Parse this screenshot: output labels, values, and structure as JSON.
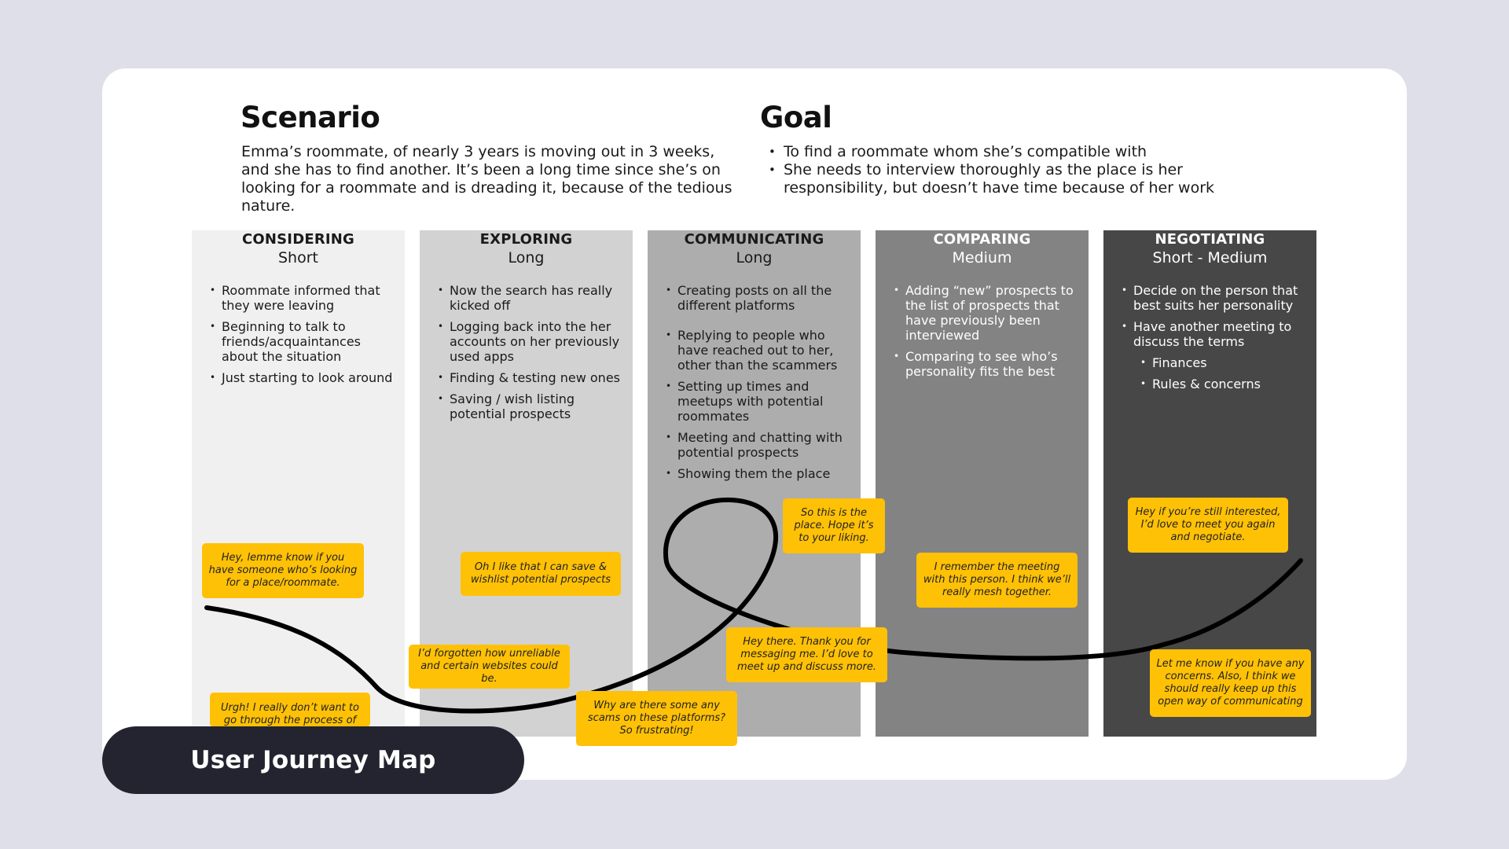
{
  "scenario": {
    "title": "Scenario",
    "text": "Emma’s roommate, of nearly 3 years is moving out in 3 weeks, and she has to find another. It’s been a long time since she’s on looking for a roommate and is dreading it, because of the tedious nature."
  },
  "goal": {
    "title": "Goal",
    "items": [
      "To find a roommate whom she’s compatible with",
      "She needs to interview thoroughly as the place is her responsibility, but doesn’t have time because of her work"
    ]
  },
  "stages": [
    {
      "name": "CONSIDERING",
      "duration": "Short",
      "bg": "#f0f0f0",
      "fg": "#1a1a1a",
      "items": [
        "Roommate informed that they were leaving",
        "Beginning to talk to friends/acquaintances about the situation",
        "Just starting to look around"
      ]
    },
    {
      "name": "EXPLORING",
      "duration": "Long",
      "bg": "#d2d2d2",
      "fg": "#1a1a1a",
      "items": [
        "Now the search has really kicked off",
        "Logging back into the her accounts on her previously used apps",
        "Finding & testing new ones",
        "Saving / wish listing potential prospects"
      ]
    },
    {
      "name": "COMMUNICATING",
      "duration": "Long",
      "bg": "#adadad",
      "fg": "#1a1a1a",
      "items": [
        "Creating posts on all the different platforms",
        "Replying to people who have reached out to her, other than the scammers",
        "Setting up times and meetups with potential roommates",
        "Meeting and chatting with potential prospects",
        "Showing them the place"
      ]
    },
    {
      "name": "COMPARING",
      "duration": "Medium",
      "bg": "#838383",
      "fg": "#ffffff",
      "items": [
        "Adding “new” prospects to the list of prospects that have previously been interviewed",
        "Comparing to see who’s personality fits the best"
      ]
    },
    {
      "name": "NEGOTIATING",
      "duration": "Short - Medium",
      "bg": "#474747",
      "fg": "#ffffff",
      "items": [
        "Decide on the person that best suits her personality",
        "Have another meeting to discuss the terms"
      ],
      "subitems": [
        "Finances",
        "Rules & concerns"
      ]
    }
  ],
  "notes": [
    "Hey, lemme know if you have someone who’s looking for a place/roommate.",
    "Urgh! I really don’t want to go through the process of finding",
    "Oh I like that I can save & wishlist potential prospects",
    "I’d forgotten how unreliable and certain websites could be.",
    "Why are there some any scams on these platforms? So frustrating!",
    "So this is the place. Hope it’s to your liking.",
    "Hey there. Thank you for messaging me. I’d love to meet up and discuss more.",
    "I remember the meeting with this person. I think we’ll really mesh together.",
    "Hey if you’re still interested, I’d love to meet you again and negotiate.",
    "Let me know if you have any concerns. Also, I think we should really keep up this open way of communicating"
  ],
  "colors": {
    "note": "#ffc106",
    "pill": "#232430",
    "background": "#dedfe8"
  },
  "footer_label": "User Journey Map"
}
